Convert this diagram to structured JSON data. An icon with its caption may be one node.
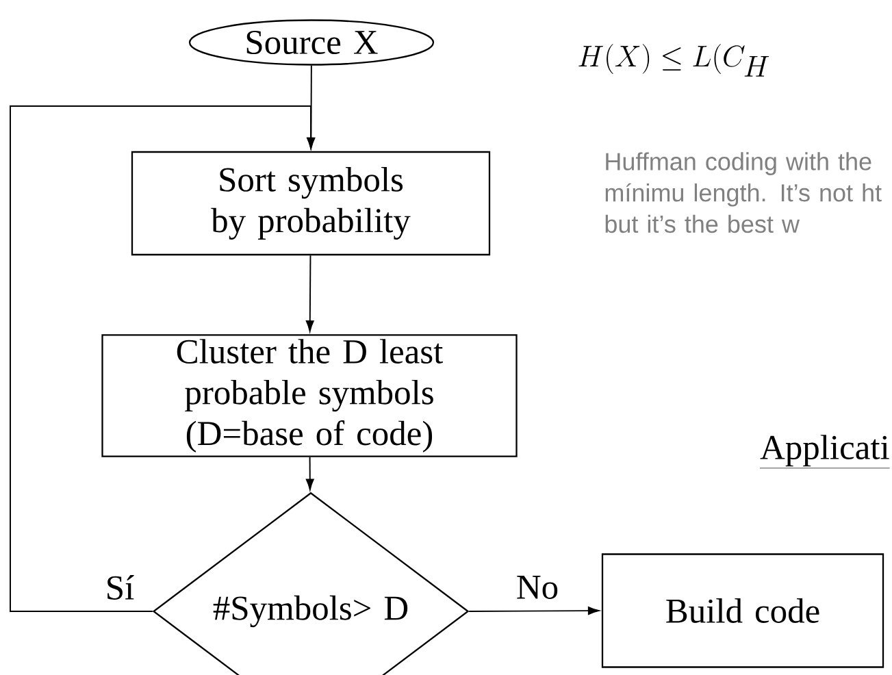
{
  "diagram": {
    "nodes": [
      {
        "text": [
          "Source X"
        ]
      },
      {
        "text": [
          "Sort symbols by probability"
        ]
      },
      {
        "text": [
          "Cluster the D least probable symbols (D=base of code)"
        ]
      },
      {
        "text": [
          "#Symbols> D"
        ]
      },
      {
        "text": [
          "Build code"
        ]
      }
    ],
    "edges": [
      {
        "from": 0,
        "to": 1,
        "arrow": "to"
      },
      {
        "from": 1,
        "to": 2,
        "arrow": "to"
      },
      {
        "from": 2,
        "to": 3,
        "arrow": "to"
      },
      {
        "from": 3,
        "to": 1,
        "arrow": "to",
        "label": "Sí"
      },
      {
        "from": 3,
        "to": 4,
        "arrow": "to",
        "label": "No"
      }
    ],
    "labels": [
      "H(X)\\leq L(C_{H}",
      "Huffman coding with the mínimu length. It’s not ht but it’s the best w",
      "Applicati"
    ]
  }
}
